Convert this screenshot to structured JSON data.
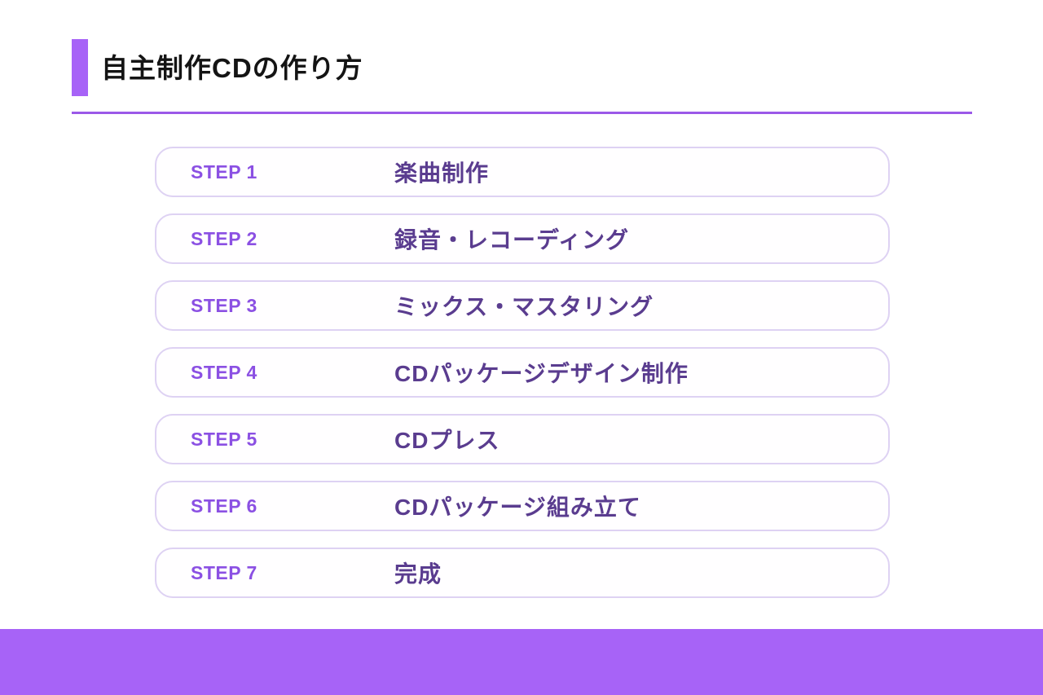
{
  "header": {
    "title": "自主制作CDの作り方"
  },
  "steps": {
    "items": [
      {
        "label": "STEP 1",
        "title": "楽曲制作"
      },
      {
        "label": "STEP 2",
        "title": "録音・レコーディング"
      },
      {
        "label": "STEP 3",
        "title": "ミックス・マスタリング"
      },
      {
        "label": "STEP 4",
        "title": "CDパッケージデザイン制作"
      },
      {
        "label": "STEP 5",
        "title": "CDプレス"
      },
      {
        "label": "STEP 6",
        "title": "CDパッケージ組み立て"
      },
      {
        "label": "STEP 7",
        "title": "完成"
      }
    ]
  },
  "colors": {
    "accent_purple": "#a763f7",
    "divider_purple": "#9b59e8",
    "step_label_purple": "#8b50e3",
    "step_title_violet": "#5a3c8f",
    "box_border_lavender": "#ded2f3",
    "title_black": "#141414",
    "background": "#ffffff"
  }
}
